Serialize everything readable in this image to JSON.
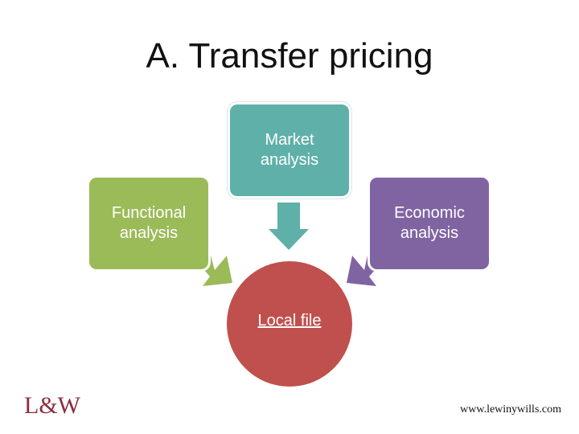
{
  "slide": {
    "title": "A. Transfer pricing"
  },
  "diagram": {
    "nodes": {
      "market": {
        "label": "Market analysis",
        "color": "#5fb0a9"
      },
      "functional": {
        "label": "Functional analysis",
        "color": "#9bbb59"
      },
      "economic": {
        "label": "Economic analysis",
        "color": "#8064a2"
      },
      "local_file": {
        "label": "Local file",
        "color": "#c0504d"
      }
    },
    "edges": [
      {
        "from": "market",
        "to": "local_file",
        "color": "#5fb0a9"
      },
      {
        "from": "functional",
        "to": "local_file",
        "color": "#9bbb59"
      },
      {
        "from": "economic",
        "to": "local_file",
        "color": "#8064a2"
      }
    ]
  },
  "footer": {
    "logo_text": "L&W",
    "logo_color": "#8b2d3f",
    "website": "www.lewinywills.com"
  }
}
